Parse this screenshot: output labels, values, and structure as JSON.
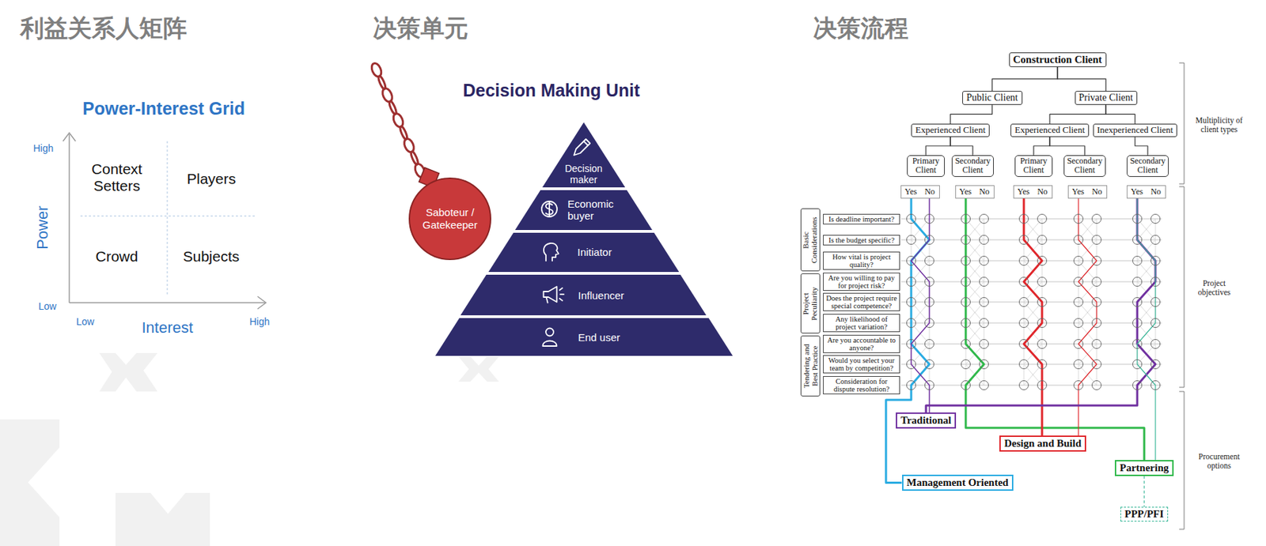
{
  "diagram": {
    "nodes": [
      {
        "text": [
          "Saboteur / Gatekeeper"
        ]
      },
      {
        "text": [
          "Decision maker"
        ]
      },
      {
        "text": [
          "Economic buyer"
        ]
      },
      {
        "text": [
          "Initiator"
        ]
      },
      {
        "text": [
          "Influencer"
        ]
      },
      {
        "text": [
          "End user"
        ]
      },
      {
        "text": [
          "Construction Client"
        ]
      },
      {
        "text": [
          "Public Client"
        ]
      },
      {
        "text": [
          "Private Client"
        ]
      },
      {
        "text": [
          "Experienced Client"
        ]
      },
      {
        "text": [
          "Experienced Client"
        ]
      },
      {
        "text": [
          "Inexperienced Client"
        ]
      },
      {
        "text": [
          "Primary Client"
        ]
      },
      {
        "text": [
          "Secondary Client"
        ]
      },
      {
        "text": [
          "Primary Client"
        ]
      },
      {
        "text": [
          "Secondary Client"
        ]
      },
      {
        "text": [
          "Secondary Client"
        ]
      },
      {
        "text": [
          "Yes",
          "No"
        ]
      },
      {
        "text": [
          "Yes",
          "No"
        ]
      },
      {
        "text": [
          "Yes",
          "No"
        ]
      },
      {
        "text": [
          "Yes",
          "No"
        ]
      },
      {
        "text": [
          "Yes",
          "No"
        ]
      },
      {
        "text": [
          "Basic Considerations"
        ]
      },
      {
        "text": [
          "Is deadline important?"
        ]
      },
      {
        "text": [
          "Is the budget specific?"
        ]
      },
      {
        "text": [
          "How vital is project quality?"
        ]
      },
      {
        "text": [
          "Project Peculiarity"
        ]
      },
      {
        "text": [
          "Are you willing to pay for project risk?"
        ]
      },
      {
        "text": [
          "Does the project require special competence?"
        ]
      },
      {
        "text": [
          "Any likelihood of project variation?"
        ]
      },
      {
        "text": [
          "Tendering and Best Practice"
        ]
      },
      {
        "text": [
          "Are you accountable to anyone?"
        ]
      },
      {
        "text": [
          "Would you select your team by competition?"
        ]
      },
      {
        "text": [
          "Consideration for dispute resolution?"
        ]
      },
      {
        "text": [
          "Traditional"
        ]
      },
      {
        "text": [
          "Design and Build"
        ]
      },
      {
        "text": [
          "Partnering"
        ]
      },
      {
        "text": [
          "Management Oriented"
        ]
      },
      {
        "text": [
          "PPP/PFI"
        ]
      }
    ],
    "edges": [
      {
        "from": 6,
        "to": 7,
        "arrow": "none"
      },
      {
        "from": 6,
        "to": 8,
        "arrow": "none"
      },
      {
        "from": 7,
        "to": 9,
        "arrow": "none"
      },
      {
        "from": 8,
        "to": 10,
        "arrow": "none"
      },
      {
        "from": 8,
        "to": 11,
        "arrow": "none"
      },
      {
        "from": 9,
        "to": 12,
        "arrow": "none"
      },
      {
        "from": 9,
        "to": 13,
        "arrow": "none"
      },
      {
        "from": 10,
        "to": 14,
        "arrow": "none"
      },
      {
        "from": 10,
        "to": 15,
        "arrow": "none"
      },
      {
        "from": 11,
        "to": 16,
        "arrow": "none"
      },
      {
        "from": 17,
        "to": 37,
        "arrow": "none"
      },
      {
        "from": 17,
        "to": 34,
        "arrow": "none"
      },
      {
        "from": 18,
        "to": 36,
        "arrow": "none"
      },
      {
        "from": 19,
        "to": 35,
        "arrow": "none"
      },
      {
        "from": 20,
        "to": 35,
        "arrow": "none"
      },
      {
        "from": 21,
        "to": 34,
        "arrow": "none"
      },
      {
        "from": 21,
        "to": 36,
        "arrow": "none"
      },
      {
        "from": 36,
        "to": 38,
        "arrow": "none"
      }
    ],
    "labels": [
      "利益关系人矩阵",
      "决策单元",
      "决策流程",
      "Power-Interest Grid",
      "High",
      "Power",
      "Low",
      "Low",
      "Interest",
      "High",
      "Context Setters",
      "Players",
      "Crowd",
      "Subjects",
      "Decision Making Unit",
      "Multiplicity of client types",
      "Project objectives",
      "Procurement options"
    ]
  }
}
